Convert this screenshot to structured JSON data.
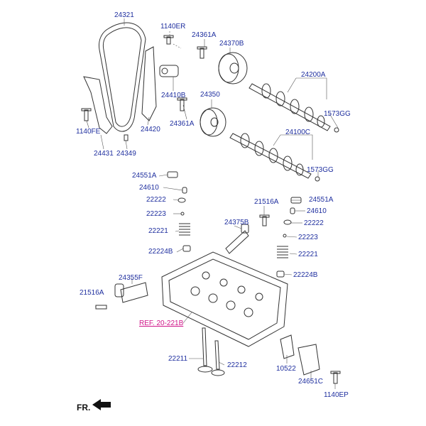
{
  "labels": {
    "p24321": "24321",
    "p1140ER": "1140ER",
    "p24361A_top": "24361A",
    "p24370B": "24370B",
    "p24410B": "24410B",
    "p24200A": "24200A",
    "p24350": "24350",
    "p1573GG_top": "1573GG",
    "p1140FE": "1140FE",
    "p24420": "24420",
    "p24361A_mid": "24361A",
    "p24100C": "24100C",
    "p24431": "24431",
    "p24349": "24349",
    "p1573GG_mid": "1573GG",
    "p24551A_left": "24551A",
    "p24610_left": "24610",
    "p21516A_top": "21516A",
    "p24551A_right": "24551A",
    "p22222_left": "22222",
    "p24610_right": "24610",
    "p22223_left": "22223",
    "p24375B": "24375B",
    "p22222_right": "22222",
    "p22221_left": "22221",
    "p22223_right": "22223",
    "p22224B_left": "22224B",
    "p22221_right": "22221",
    "p24355F": "24355F",
    "p22224B_right": "22224B",
    "p21516A_left": "21516A",
    "ref": "REF. 20-221B",
    "p22211": "22211",
    "p22212": "22212",
    "p10522": "10522",
    "p24651C": "24651C",
    "p1140EP": "1140EP",
    "fr": "FR."
  },
  "colors": {
    "label": "#1f2f9f",
    "ref": "#d0168a",
    "line": "#333333"
  }
}
